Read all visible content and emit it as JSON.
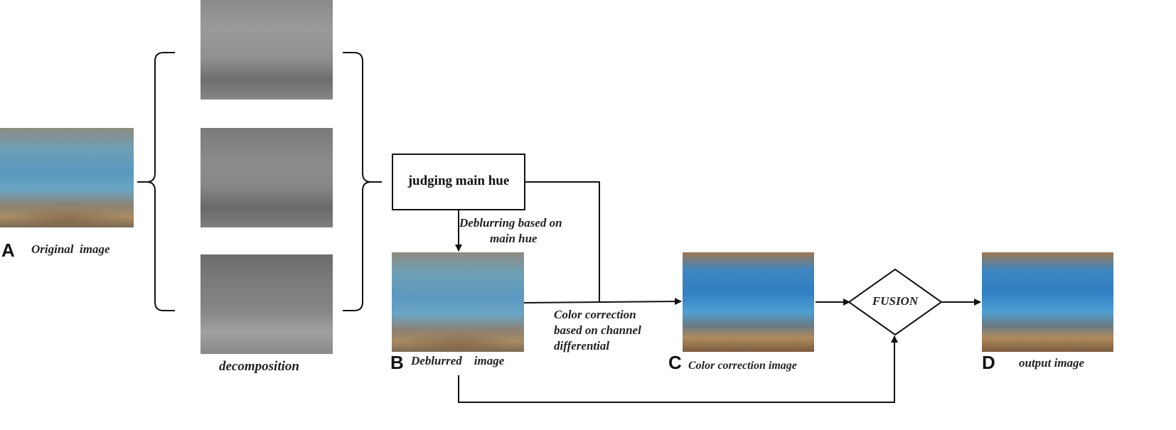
{
  "labels": {
    "a": "A",
    "b": "B",
    "c": "C",
    "d": "D"
  },
  "captions": {
    "original": "Original  image",
    "decomposition": "decomposition",
    "deblurred": "Deblurred    image",
    "color_correction": "Color correction image",
    "output": "output image"
  },
  "process": {
    "judging": "judging main hue",
    "fusion": "FUSION",
    "deblur_line1": "Deblurring based on",
    "deblur_line2": "main hue",
    "cc_line1": "Color correction",
    "cc_line2": "based on channel",
    "cc_line3": "differential"
  }
}
